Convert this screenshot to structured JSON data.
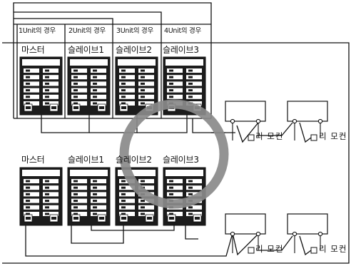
{
  "case_labels": [
    "1Unit의 경우",
    "2Unit의 경우",
    "3Unit의 경우",
    "4Unit의 경우"
  ],
  "top_row_labels": [
    "마스터",
    "슬레이브1",
    "슬레이브2",
    "슬레이브3"
  ],
  "bottom_row_labels": [
    "마스터",
    "슬레이브1",
    "슬레이브2",
    "슬레이브3"
  ],
  "remote_label": "리 모컨",
  "colors": {
    "line": "#111111",
    "ok_ring": "#8a8a8a"
  }
}
